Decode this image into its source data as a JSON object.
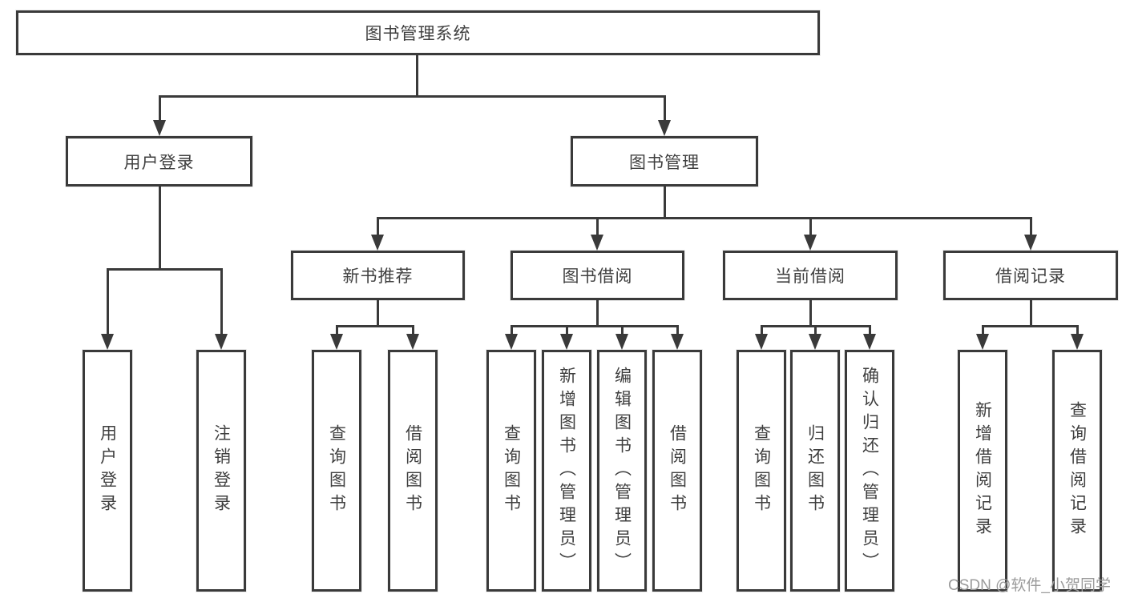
{
  "diagram": {
    "tree": {
      "root": {
        "label": "图书管理系统",
        "children": [
          {
            "label": "用户登录",
            "children": [
              {
                "label": "用户登录"
              },
              {
                "label": "注销登录"
              }
            ]
          },
          {
            "label": "图书管理",
            "children": [
              {
                "label": "新书推荐",
                "children": [
                  {
                    "label": "查询图书"
                  },
                  {
                    "label": "借阅图书"
                  }
                ]
              },
              {
                "label": "图书借阅",
                "children": [
                  {
                    "label": "查询图书"
                  },
                  {
                    "label": "新增图书（管理员）"
                  },
                  {
                    "label": "编辑图书（管理员）"
                  },
                  {
                    "label": "借阅图书"
                  }
                ]
              },
              {
                "label": "当前借阅",
                "children": [
                  {
                    "label": "查询图书"
                  },
                  {
                    "label": "归还图书"
                  },
                  {
                    "label": "确认归还（管理员）"
                  }
                ]
              },
              {
                "label": "借阅记录",
                "children": [
                  {
                    "label": "新增借阅记录"
                  },
                  {
                    "label": "查询借阅记录"
                  }
                ]
              }
            ]
          }
        ]
      }
    },
    "colors": {
      "line": "#3a3a3a",
      "text": "#3f3f3f",
      "background": "#ffffff",
      "watermark": "#9b9b9b"
    }
  },
  "watermark": {
    "text": "CSDN @软件_小贺同学"
  }
}
